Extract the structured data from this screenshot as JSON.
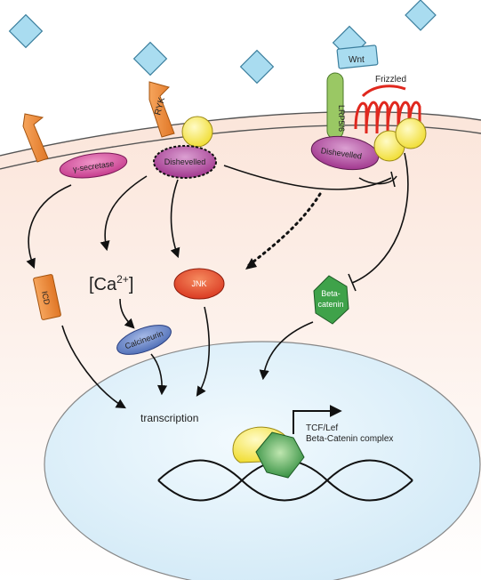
{
  "labels": {
    "wnt": "Wnt",
    "frizzled": "Frizzled",
    "lrp": "LRP5/6",
    "ryk": "RYK",
    "gamma_secretase": "γ-secretase",
    "dishevelled_left": "Dishevelled",
    "dishevelled_right": "Dishevelled",
    "icd": "ICD",
    "ca_base": "[Ca",
    "ca_sup": "2+",
    "ca_close": "]",
    "calcineurin": "Calcineurin",
    "jnk": "JNK",
    "beta_catenin_1": "Beta-",
    "beta_catenin_2": "catenin",
    "transcription": "transcription",
    "complex_1": "TCF/Lef",
    "complex_2": "Beta-Catenin complex"
  },
  "colors": {
    "wnt_diamond": "#a9dcf0",
    "membrane_fill": "#fcebe3",
    "nucleus_fill": "#dff0fa",
    "receptor_orange": "#f0893a",
    "lrp_green": "#9ac864",
    "frizzled_red": "#e0281e",
    "dishevelled_purple": "#b03a9a",
    "yellow": "#f7ea48",
    "secretase_pink": "#d4459c",
    "jnk_red": "#e8432a",
    "calcineurin_blue": "#5f7fc4",
    "beta_green": "#3fa24a"
  }
}
